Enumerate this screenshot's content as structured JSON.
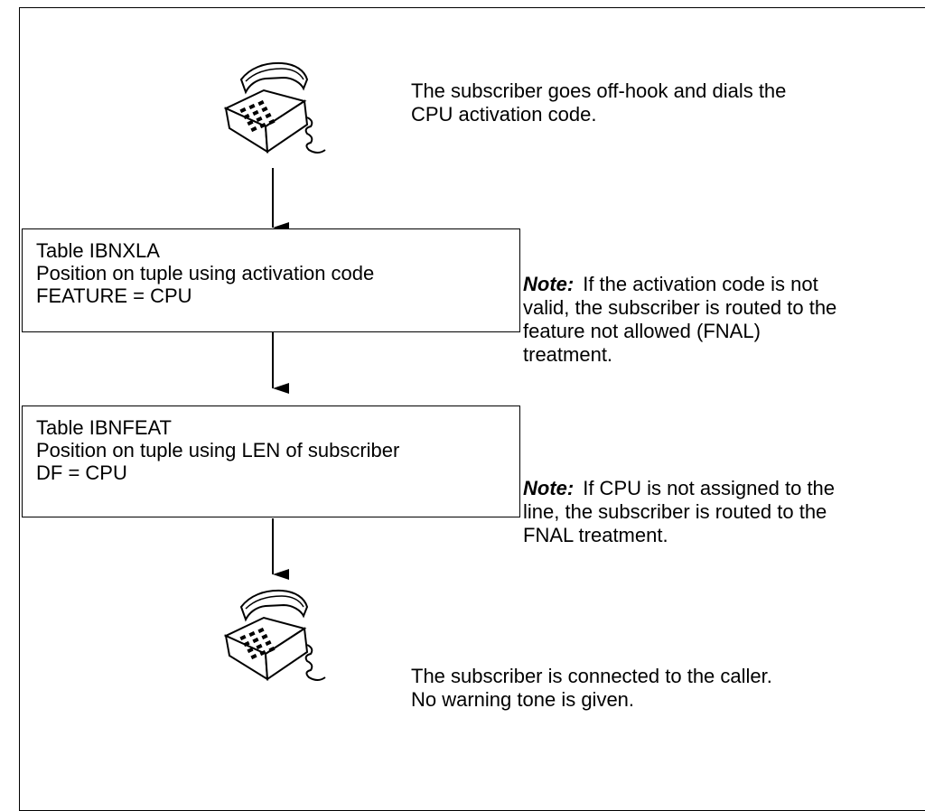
{
  "steps": {
    "start_text": [
      "The subscriber goes off-hook and dials the",
      "CPU activation code."
    ],
    "end_text": [
      "The subscriber is connected to the caller.",
      "No warning tone is given."
    ]
  },
  "boxes": [
    {
      "lines": [
        "Table IBNXLA",
        "Position on tuple using activation code",
        "FEATURE = CPU"
      ]
    },
    {
      "lines": [
        "Table IBNFEAT",
        "Position on tuple using LEN of subscriber",
        "DF = CPU"
      ]
    }
  ],
  "notes": [
    {
      "label": "Note:",
      "lines": [
        "If the activation code is not",
        "valid, the subscriber is routed to the",
        "feature not allowed (FNAL)",
        "treatment."
      ]
    },
    {
      "label": "Note:",
      "lines": [
        "If CPU is not assigned to the",
        "line, the subscriber is routed to the",
        "FNAL treatment."
      ]
    }
  ],
  "icons": [
    "telephone-icon",
    "telephone-icon"
  ]
}
